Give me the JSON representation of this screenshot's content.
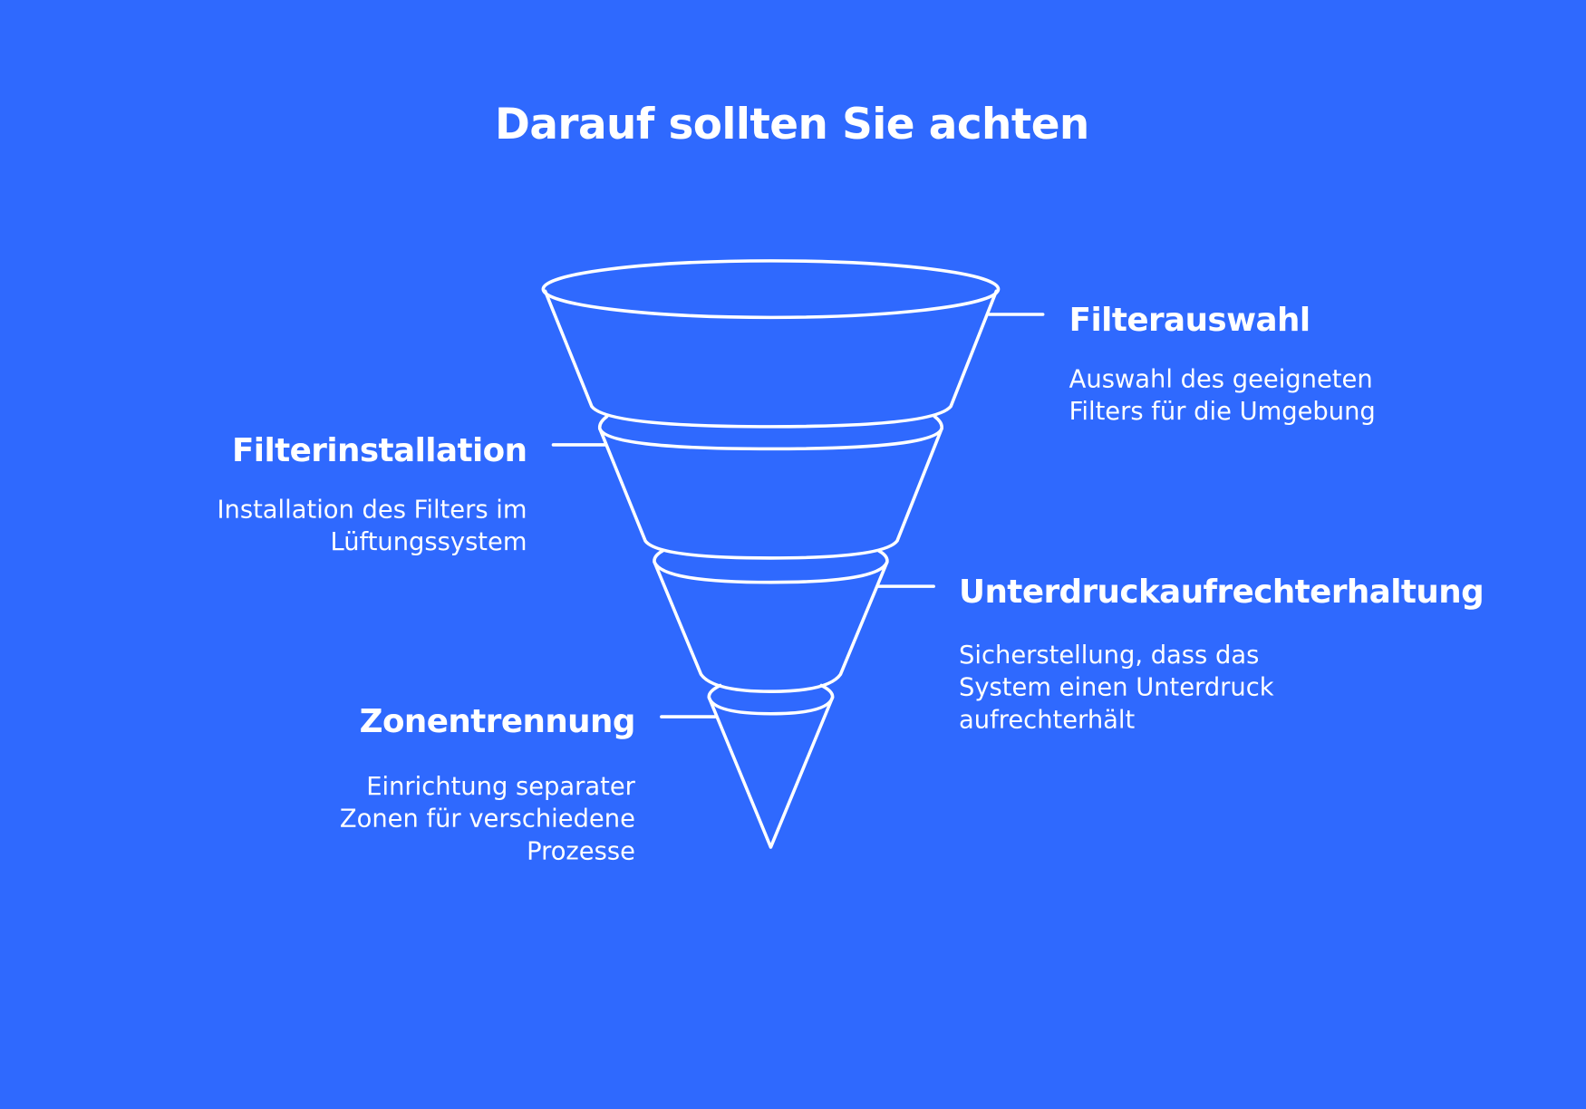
{
  "title": "Darauf sollten Sie achten",
  "background_color": "#2F69FE",
  "stages": [
    {
      "heading": "Filterauswahl",
      "lines": [
        "Auswahl des geeigneten",
        "Filters für die Umgebung"
      ]
    },
    {
      "heading": "Filterinstallation",
      "lines": [
        "Installation des Filters im",
        "Lüftungssystem"
      ]
    },
    {
      "heading": "Unterdruckaufrechterhaltung",
      "lines": [
        "Sicherstellung, dass das",
        "System einen Unterdruck",
        "aufrechterhält"
      ]
    },
    {
      "heading": "Zonentrennung",
      "lines": [
        "Einrichtung separater",
        "Zonen für verschiedene",
        "Prozesse"
      ]
    }
  ]
}
